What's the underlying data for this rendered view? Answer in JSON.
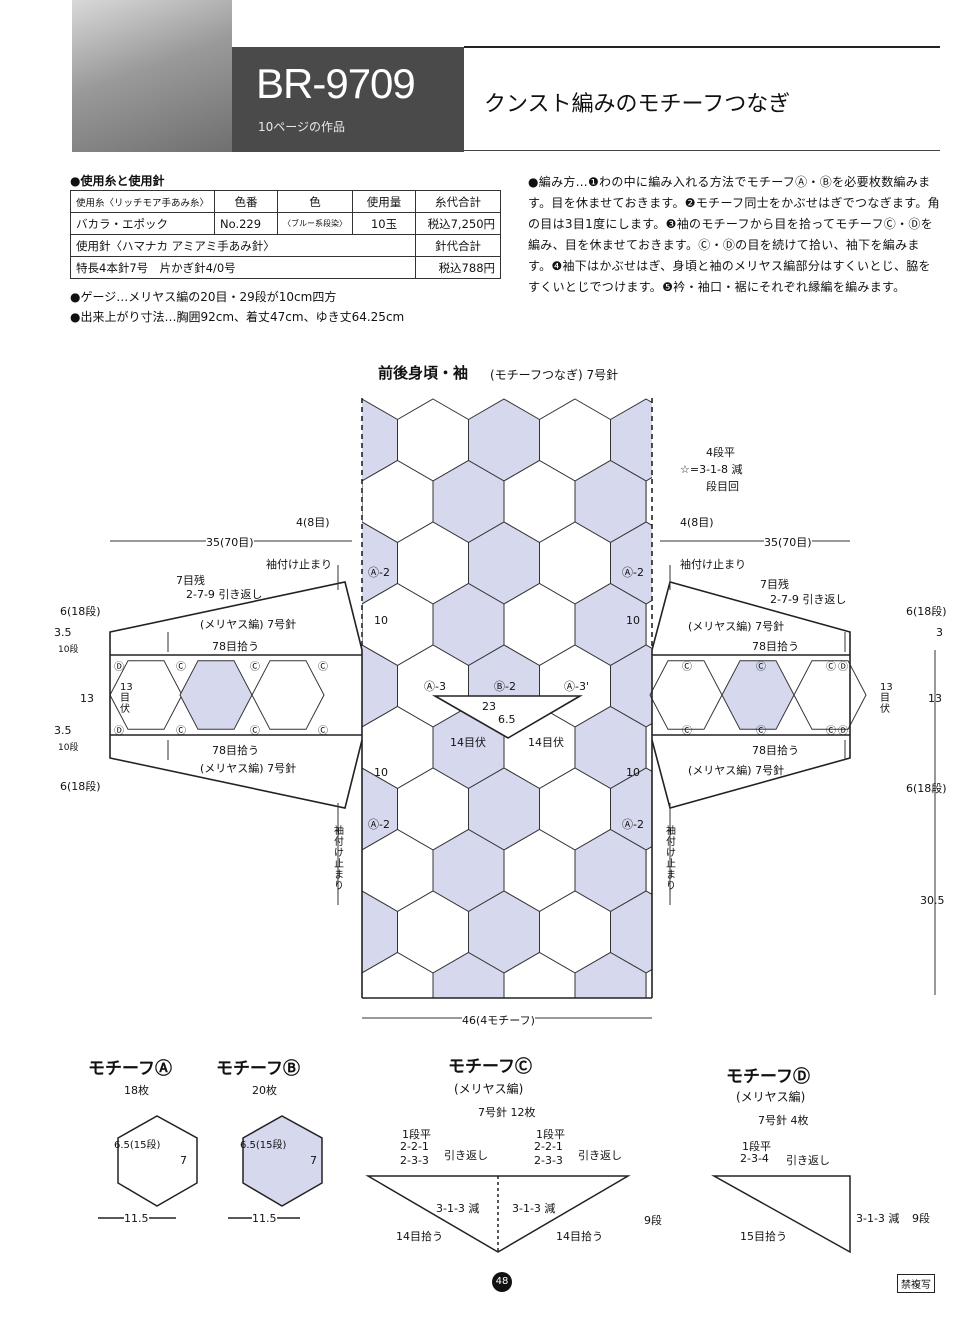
{
  "header": {
    "code": "BR-9709",
    "subtitle": "10ページの作品",
    "title": "クンスト編みのモチーフつなぎ"
  },
  "materials": {
    "heading": "●使用糸と使用針",
    "rows": [
      [
        "使用糸〈リッチモア手あみ糸〉",
        "色番",
        "色",
        "使用量",
        "糸代合計"
      ],
      [
        "バカラ・エポック",
        "No.229",
        "〈ブルー系段染〉",
        "10玉",
        "税込7,250円"
      ],
      [
        "使用針〈ハマナカ アミアミ手あみ針〉",
        "針代合計"
      ],
      [
        "特長4本針7号　片かぎ針4/0号",
        "税込788円"
      ]
    ],
    "gauge": "●ゲージ…メリヤス編の20目・29段が10cm四方",
    "size": "●出来上がり寸法…胸囲92cm、着丈47cm、ゆき丈64.25cm"
  },
  "instructions": "●編み方…❶わの中に編み入れる方法でモチーフⒶ・Ⓑを必要枚数編みます。目を休ませておきます。❷モチーフ同士をかぶせはぎでつなぎます。角の目は3目1度にします。❸袖のモチーフから目を拾ってモチーフⒸ・Ⓓを編み、目を休ませておきます。Ⓒ・Ⓓの目を続けて拾い、袖下を編みます。❹袖下はかぶせはぎ、身頃と袖のメリヤス編部分はすくいとじ、脇をすくいとじでつけます。❺衿・袖口・裾にそれぞれ縁編を編みます。",
  "diagram": {
    "title": "前後身頃・袖",
    "title_paren": "(モチーフつなぎ) 7号針",
    "dec_note": [
      "4段平",
      "☆=3-1-8 減",
      "段目回"
    ],
    "width_left": "35(70目)",
    "width_right": "35(70目)",
    "sleeve_top_l": "4(8目)",
    "sleeve_top_r": "4(8目)",
    "sode_stop": "袖付け止まり",
    "sode_stop_v": "袖付け止まり",
    "turn_l": [
      "7目残",
      "2-7-9 引き返し"
    ],
    "turn_r": [
      "7目残",
      "2-7-9 引き返し"
    ],
    "stockinette": "(メリヤス編) 7号針",
    "pick78": "78目拾う",
    "fuse13": "13目伏",
    "left_dims": [
      "6(18段)",
      "3.5",
      "10段",
      "13",
      "3.5",
      "10段",
      "6(18段)"
    ],
    "right_dims": [
      "6(18段)",
      "3",
      "13",
      "6(18段)",
      "30.5"
    ],
    "ten": "10",
    "a2": "Ⓐ-2",
    "a3": "Ⓐ-3",
    "a3b": "Ⓐ-3'",
    "b2": "Ⓑ-2",
    "neck_w": "23",
    "neck_d": "6.5",
    "fuse14": "14目伏",
    "circle_c": "Ⓒ",
    "circle_d": "Ⓓ",
    "bottom_w": "46(4モチーフ)"
  },
  "motifs": {
    "a": {
      "name": "モチーフⒶ",
      "count": "18枚",
      "h": "6.5(15段)",
      "side": "7",
      "w": "11.5"
    },
    "b": {
      "name": "モチーフⒷ",
      "count": "20枚",
      "h": "6.5(15段)",
      "side": "7",
      "w": "11.5"
    },
    "c": {
      "name": "モチーフⒸ",
      "sub": "(メリヤス編)",
      "needle": "7号針 12枚",
      "flat": "1段平",
      "r1": "2-2-1",
      "r2": "2-3-3",
      "turn": "引き返し",
      "dec": "3-1-3 減",
      "pick": "14目拾う",
      "rows": "9段"
    },
    "d": {
      "name": "モチーフⒹ",
      "sub": "(メリヤス編)",
      "needle": "7号針 4枚",
      "flat": "1段平",
      "r1": "2-3-4",
      "turn": "引き返し",
      "dec": "3-1-3 減",
      "pick": "15目拾う",
      "rows": "9段"
    }
  },
  "footer": {
    "page": "48",
    "stamp": "禁複写"
  },
  "colors": {
    "hex_fill": "#d6d8ee",
    "line": "#222222",
    "dark": "#4a4a4a"
  }
}
